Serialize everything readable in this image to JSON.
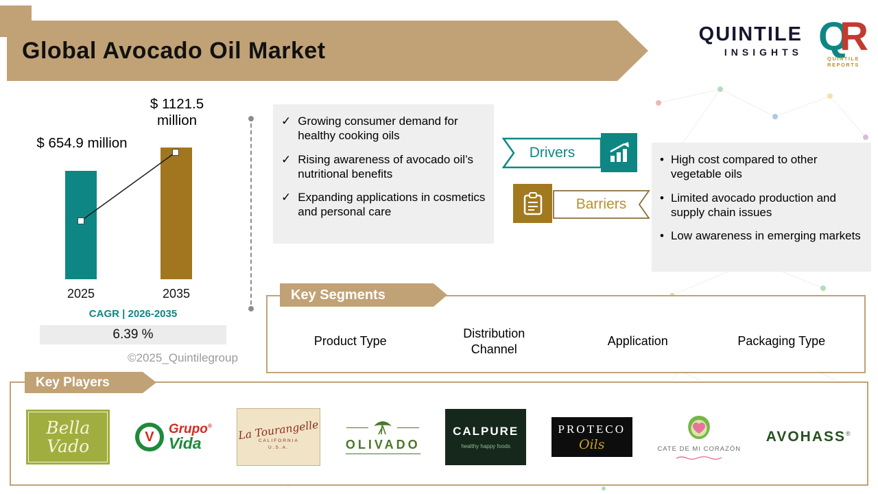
{
  "theme": {
    "banner_tan": "#c1a276",
    "teal": "#0e8784",
    "gold": "#b8912c"
  },
  "header": {
    "title": "Global Avocado Oil Market",
    "brand": {
      "name_top": "QUINTILE",
      "name_bottom": "INSIGHTS",
      "qr_q": "Q",
      "qr_r": "R",
      "qr_caption": "QUINTILE REPORTS"
    }
  },
  "chart_data": {
    "type": "bar",
    "title": "Global Avocado Oil Market size",
    "categories": [
      "2025",
      "2035"
    ],
    "values": [
      654.9,
      1121.5
    ],
    "value_labels": [
      "$ 654.9 million",
      "$ 1121.5 million"
    ],
    "colors": [
      "#0e8784",
      "#a2761f"
    ],
    "ylabel": "",
    "xlabel": "",
    "cagr_label": "CAGR | 2026-2035",
    "cagr_value": "6.39 %"
  },
  "watermark": "©2025_Quintilegroup",
  "icons": {
    "check": "✓",
    "bullet": "•"
  },
  "drivers": {
    "label": "Drivers",
    "items": [
      "Growing consumer demand for healthy cooking oils",
      "Rising awareness of avocado oil’s nutritional benefits",
      "Expanding applications in cosmetics and personal care"
    ]
  },
  "barriers": {
    "label": "Barriers",
    "items": [
      "High cost compared to other vegetable oils",
      "Limited avocado production and supply chain issues",
      "Low awareness in emerging markets"
    ]
  },
  "segments": {
    "title": "Key Segments",
    "items": [
      "Product Type",
      "Distribution Channel",
      "Application",
      "Packaging Type"
    ]
  },
  "players": {
    "title": "Key Players",
    "logos": {
      "bella_vado": {
        "line1": "Bella",
        "line2": "Vado"
      },
      "grupo_vida": {
        "mark": "V",
        "line1": "Grupo",
        "reg": "®",
        "line2": "Vida"
      },
      "la_tourangelle": {
        "name": "La Tourangelle",
        "sub1": "CALIFORNIA",
        "sub2": "U.S.A."
      },
      "olivado": {
        "name": "OLIVADO"
      },
      "calpure": {
        "name": "CALPURE",
        "tagline": "healthy happy foods"
      },
      "proteco": {
        "line1": "PROTECO",
        "line2": "Oils"
      },
      "cate": {
        "name": "CATE DE MI CORAZÓN"
      },
      "avohass": {
        "name": "AVOHASS",
        "reg": "®"
      }
    }
  }
}
